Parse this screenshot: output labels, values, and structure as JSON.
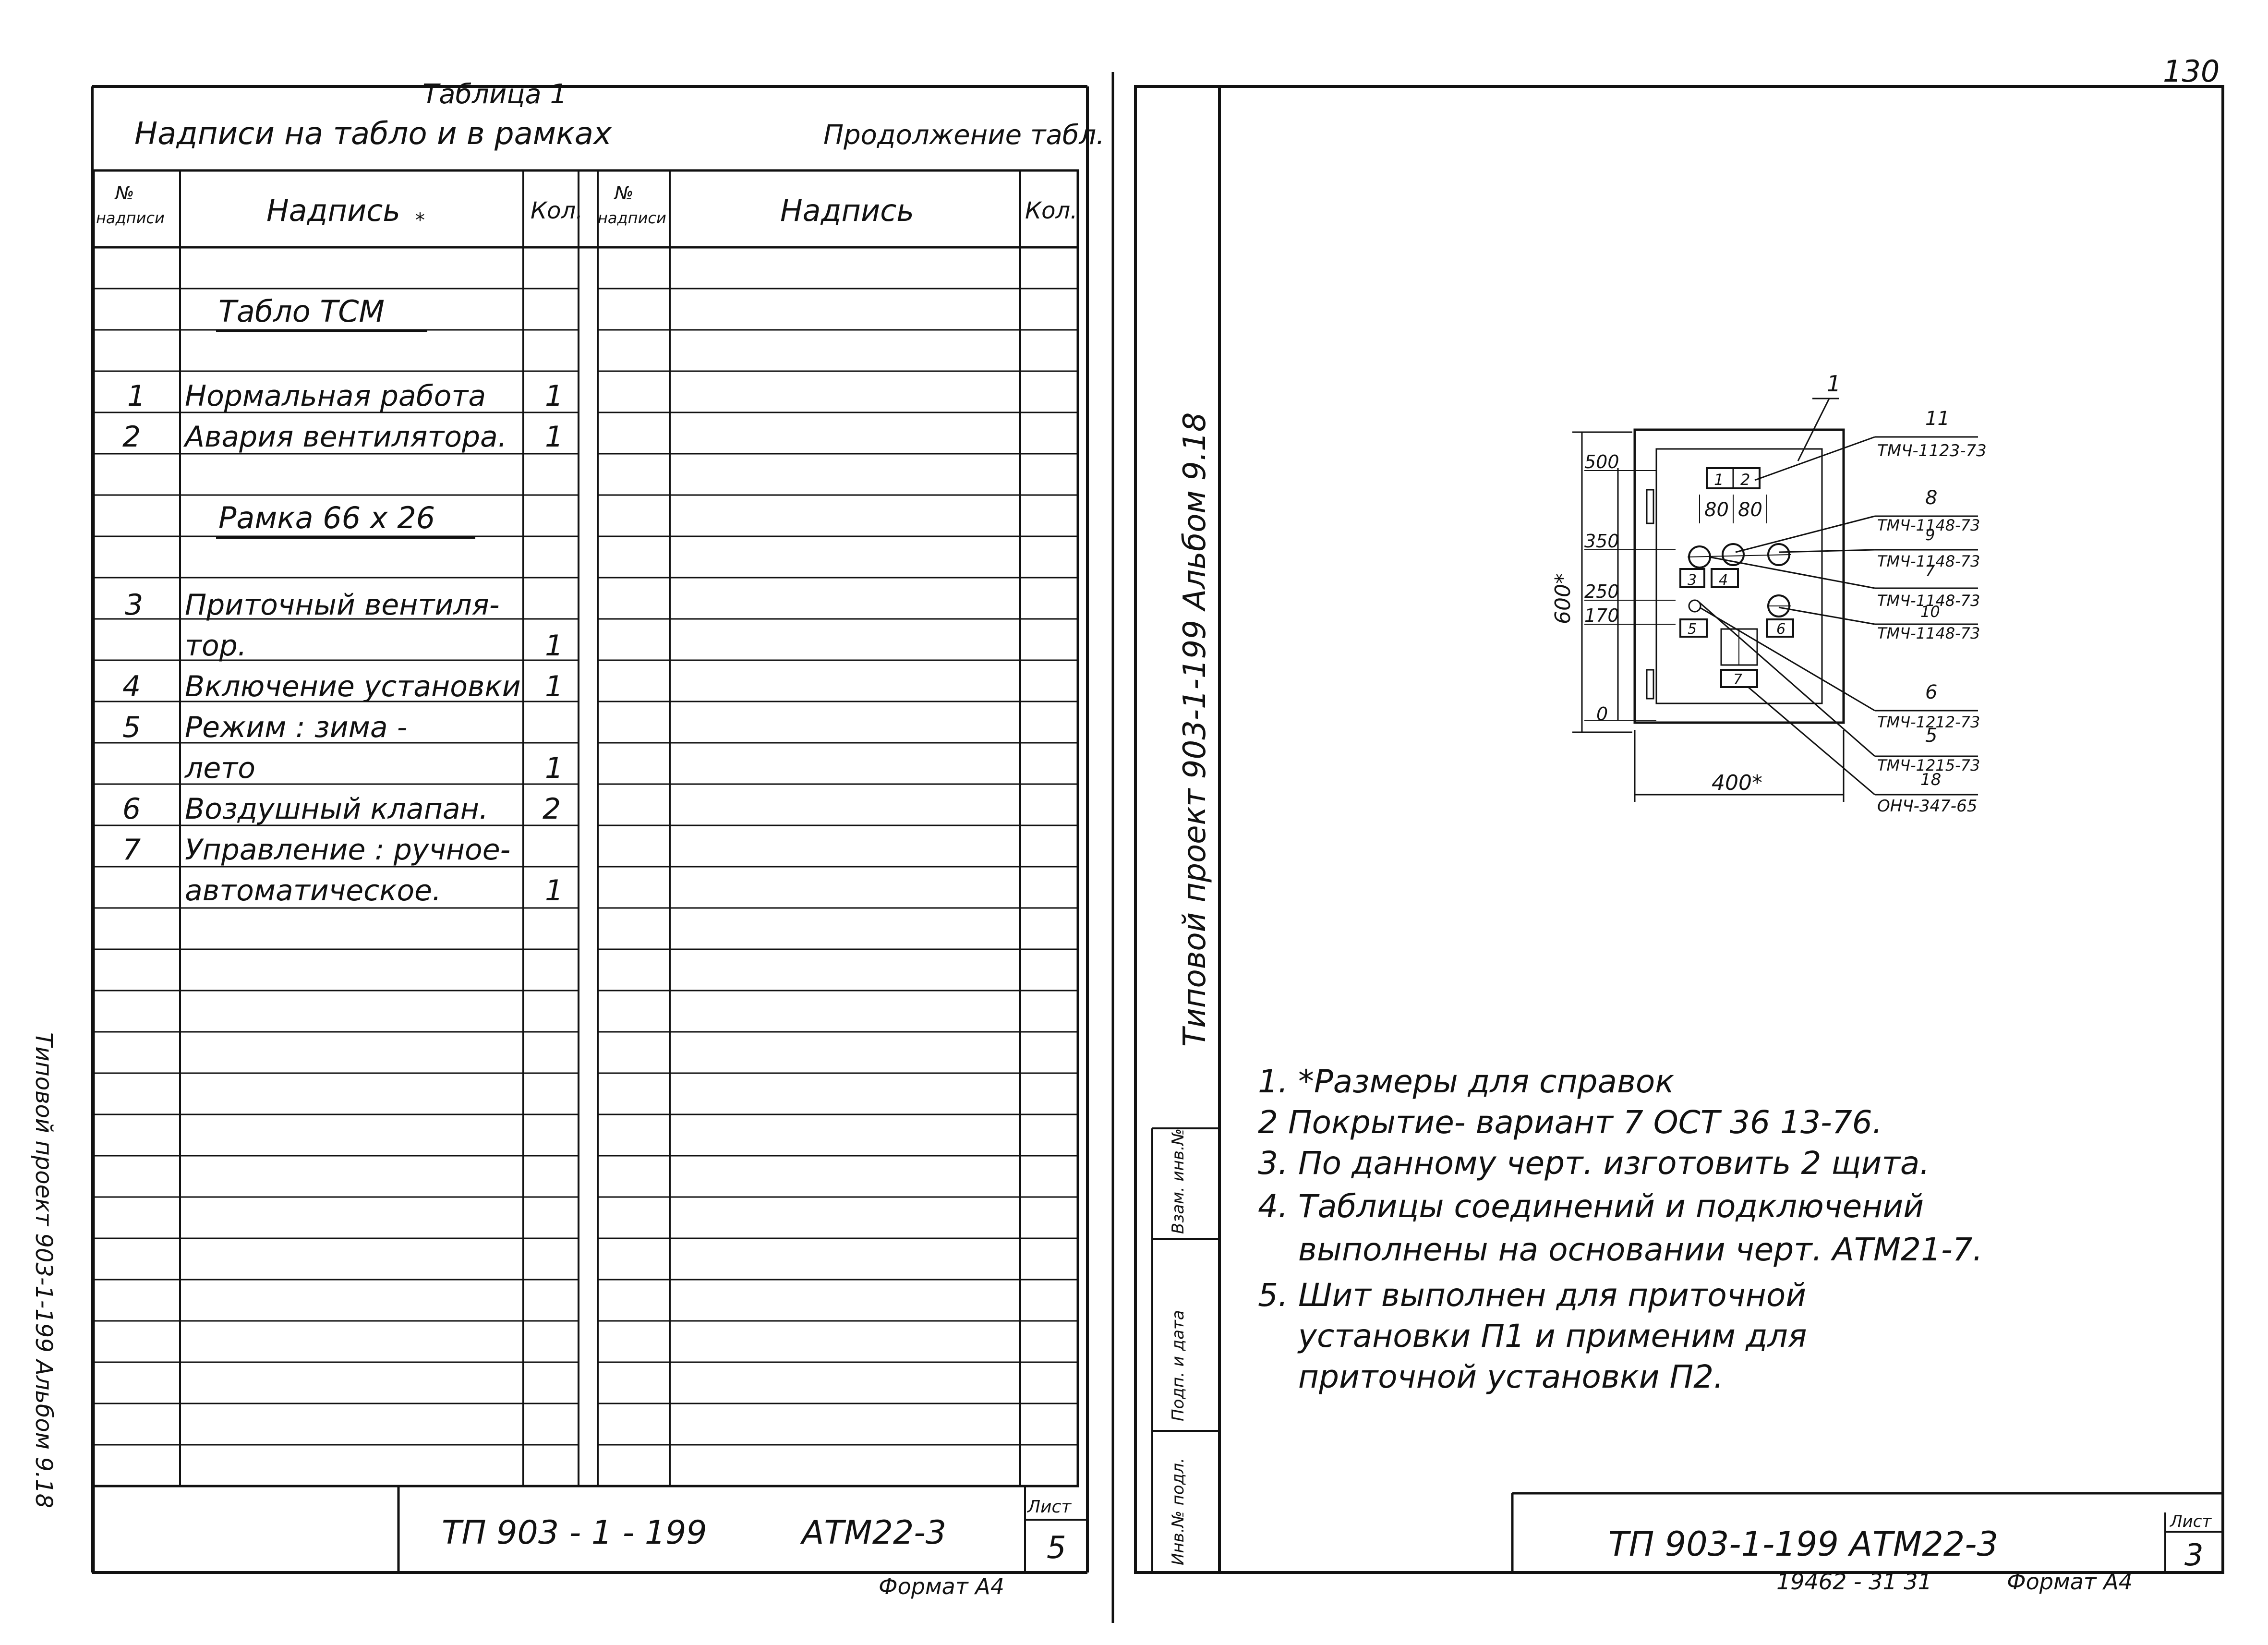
{
  "page_number": "130",
  "left_sheet": {
    "table_title": "Таблица 1",
    "table_subtitle": "Надписи на табло и в рамках",
    "continuation": "Продолжение табл.",
    "headers": {
      "no": "№ надписи",
      "text": "Надпись",
      "star": "*",
      "qty": "Кол."
    },
    "rows": [
      {
        "no": "",
        "text": "",
        "qty": ""
      },
      {
        "no": "",
        "text": "",
        "qty": ""
      },
      {
        "no": "",
        "text": "Табло ТСМ",
        "qty": ""
      },
      {
        "no": "",
        "text": "",
        "qty": ""
      },
      {
        "no": "1",
        "text": "Нормальная работа",
        "qty": "1"
      },
      {
        "no": "2",
        "text": "Авария вентилятора.",
        "qty": "1"
      },
      {
        "no": "",
        "text": "",
        "qty": ""
      },
      {
        "no": "",
        "text": "Рамка 66 x 26",
        "qty": ""
      },
      {
        "no": "",
        "text": "",
        "qty": ""
      },
      {
        "no": "3",
        "text": "Приточный вентиля-",
        "qty": ""
      },
      {
        "no": "",
        "text": "тор.",
        "qty": "1"
      },
      {
        "no": "4",
        "text": "Включение установки",
        "qty": "1"
      },
      {
        "no": "5",
        "text": "Режим : зима -",
        "qty": ""
      },
      {
        "no": "",
        "text": "лето",
        "qty": "1"
      },
      {
        "no": "6",
        "text": "Воздушный клапан.",
        "qty": "2"
      },
      {
        "no": "7",
        "text": "Управление : ручное-",
        "qty": ""
      },
      {
        "no": "",
        "text": "автоматическое.",
        "qty": "1"
      }
    ],
    "side_text": "Типовой проект 903-1-199 Альбом 9.18",
    "stamp_code": "ТП 903 - 1 - 199",
    "stamp_doc": "АТМ22-3",
    "sheet_label": "Лист",
    "sheet_no": "5",
    "format": "Формат А4"
  },
  "right_sheet": {
    "side_title": "Типовой проект 903-1-199 Альбом 9.18",
    "side_cells": [
      "Инв.№ подл.",
      "Подп. и дата",
      "Взам. инв.№"
    ],
    "drawing": {
      "item_no": "1",
      "dims_left": [
        "500",
        "350",
        "250",
        "170",
        "0"
      ],
      "height": "600*",
      "width": "400*",
      "col_dims": [
        "80",
        "80"
      ],
      "devices": [
        {
          "no": "11",
          "code": "ТМЧ-1123-73"
        },
        {
          "no": "8",
          "code": "ТМЧ-1148-73"
        },
        {
          "no": "9",
          "code": "ТМЧ-1148-73"
        },
        {
          "no": "7",
          "code": "ТМЧ-1148-73"
        },
        {
          "no": "10",
          "code": "ТМЧ-1148-73"
        },
        {
          "no": "6",
          "code": "ТМЧ-1212-73"
        },
        {
          "no": "5",
          "code": "ТМЧ-1215-73"
        },
        {
          "no": "18",
          "code": "ОНЧ-347-65"
        }
      ],
      "plate_labels": [
        "1",
        "2",
        "3",
        "4",
        "5",
        "6",
        "7"
      ]
    },
    "notes": [
      "1. *Размеры для справок",
      "2  Покрытие- вариант 7 ОСТ 36 13-76.",
      "3. По данному черт. изготовить 2 щита.",
      "4. Таблицы соединений и подключений",
      "    выполнены на основании черт. АТМ21-7.",
      "5. Шит выполнен для приточной",
      "    установки П1 и применим для",
      "    приточной установки П2."
    ],
    "stamp_code": "ТП 903-1-199 АТМ22-3",
    "sheet_label": "Лист",
    "sheet_no": "3",
    "order_no": "19462 - 31  31",
    "format": "Формат А4"
  },
  "colors": {
    "ink": "#111111",
    "paper": "#ffffff"
  }
}
